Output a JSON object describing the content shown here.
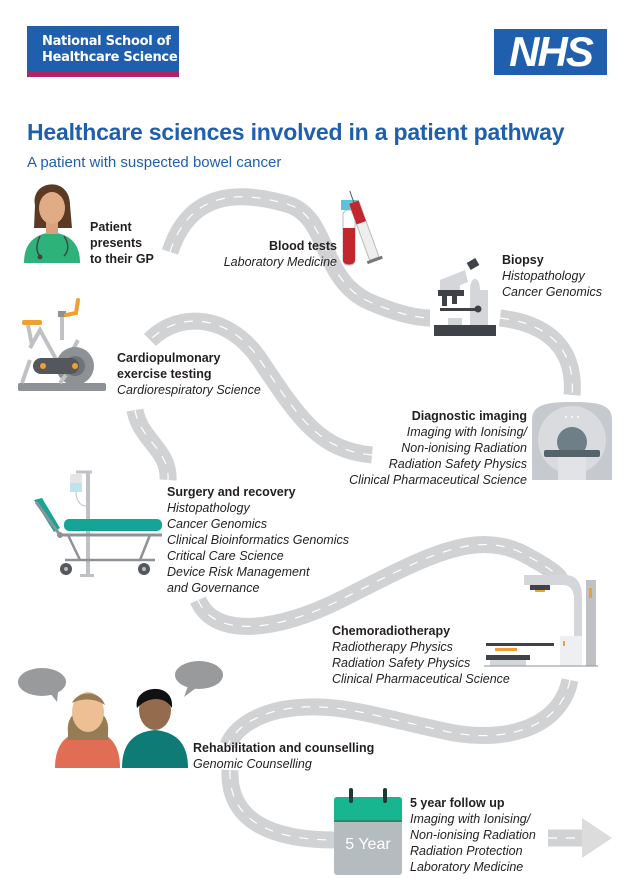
{
  "header": {
    "org_logo_text": "National School of Healthcare Science",
    "org_logo_line1": "National School of",
    "org_logo_line2": "Healthcare Science",
    "nhs_logo_text": "NHS",
    "title": "Healthcare sciences involved in a patient pathway",
    "subtitle": "A patient with suspected bowel cancer"
  },
  "colors": {
    "brand_blue": "#1f5fad",
    "accent_magenta": "#ad246b",
    "road_grey": "#d1d2d4",
    "teal": "#12a99a",
    "red": "#c1272d",
    "orange": "#f0a030"
  },
  "steps": [
    {
      "id": "gp",
      "heading_lines": [
        "Patient",
        "presents",
        "to their GP"
      ],
      "sciences": [],
      "icon": "doctor-icon"
    },
    {
      "id": "blood",
      "heading_lines": [
        "Blood tests"
      ],
      "sciences": [
        "Laboratory Medicine"
      ],
      "icon": "blood-sample-icon"
    },
    {
      "id": "biopsy",
      "heading_lines": [
        "Biopsy"
      ],
      "sciences": [
        "Histopathology",
        "Cancer Genomics"
      ],
      "icon": "microscope-icon"
    },
    {
      "id": "cpet",
      "heading_lines": [
        "Cardiopulmonary",
        "exercise testing"
      ],
      "sciences": [
        "Cardiorespiratory Science"
      ],
      "icon": "exercise-bike-icon"
    },
    {
      "id": "imaging",
      "heading_lines": [
        "Diagnostic imaging"
      ],
      "sciences": [
        "Imaging with Ionising/",
        "Non-ionising Radiation",
        "Radiation Safety Physics",
        "Clinical Pharmaceutical Science"
      ],
      "icon": "scanner-icon"
    },
    {
      "id": "surgery",
      "heading_lines": [
        "Surgery and recovery"
      ],
      "sciences": [
        "Histopathology",
        "Cancer Genomics",
        "Clinical Bioinformatics Genomics",
        "Critical Care Science",
        "Device Risk Management",
        "and Governance"
      ],
      "icon": "hospital-bed-icon"
    },
    {
      "id": "chemo",
      "heading_lines": [
        "Chemoradiotherapy"
      ],
      "sciences": [
        "Radiotherapy Physics",
        "Radiation Safety Physics",
        "Clinical Pharmaceutical Science"
      ],
      "icon": "linear-accelerator-icon"
    },
    {
      "id": "rehab",
      "heading_lines": [
        "Rehabilitation and counselling"
      ],
      "sciences": [
        "Genomic Counselling"
      ],
      "icon": "counselling-people-icon"
    },
    {
      "id": "followup",
      "heading_lines": [
        "5 year follow up"
      ],
      "sciences": [
        "Imaging with Ionising/",
        "Non-ionising Radiation",
        "Radiation Protection",
        "Laboratory Medicine"
      ],
      "icon": "calendar-icon",
      "calendar_label": "5 Year"
    }
  ]
}
